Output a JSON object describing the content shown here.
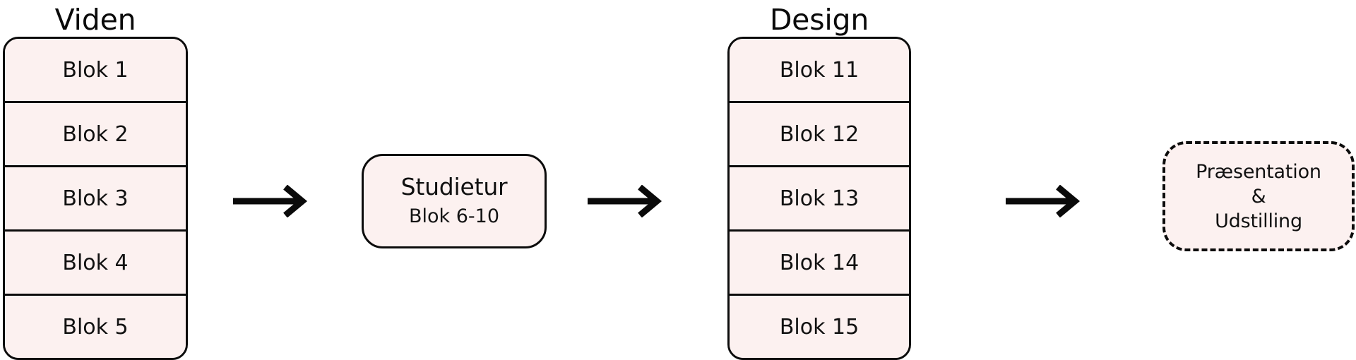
{
  "diagram": {
    "background_color": "#ffffff",
    "node_fill_color": "#fcf1f0",
    "stroke_color": "#0c0c0c",
    "text_color": "#111111",
    "groups": [
      {
        "title": "Viden",
        "rows": [
          {
            "label": "Blok 1"
          },
          {
            "label": "Blok 2"
          },
          {
            "label": "Blok 3"
          },
          {
            "label": "Blok 4"
          },
          {
            "label": "Blok 5"
          }
        ]
      },
      {
        "title": "Design",
        "rows": [
          {
            "label": "Blok 11"
          },
          {
            "label": "Blok 12"
          },
          {
            "label": "Blok 13"
          },
          {
            "label": "Blok 14"
          },
          {
            "label": "Blok 15"
          }
        ]
      }
    ],
    "studietur": {
      "title": "Studietur",
      "subtitle": "Blok 6-10"
    },
    "presentation": {
      "line1": "Præsentation",
      "line2": "&",
      "line3": "Udstilling"
    },
    "arrows": [
      {
        "name": "arrow-viden-to-studietur"
      },
      {
        "name": "arrow-studietur-to-design"
      },
      {
        "name": "arrow-design-to-presentation"
      }
    ]
  }
}
